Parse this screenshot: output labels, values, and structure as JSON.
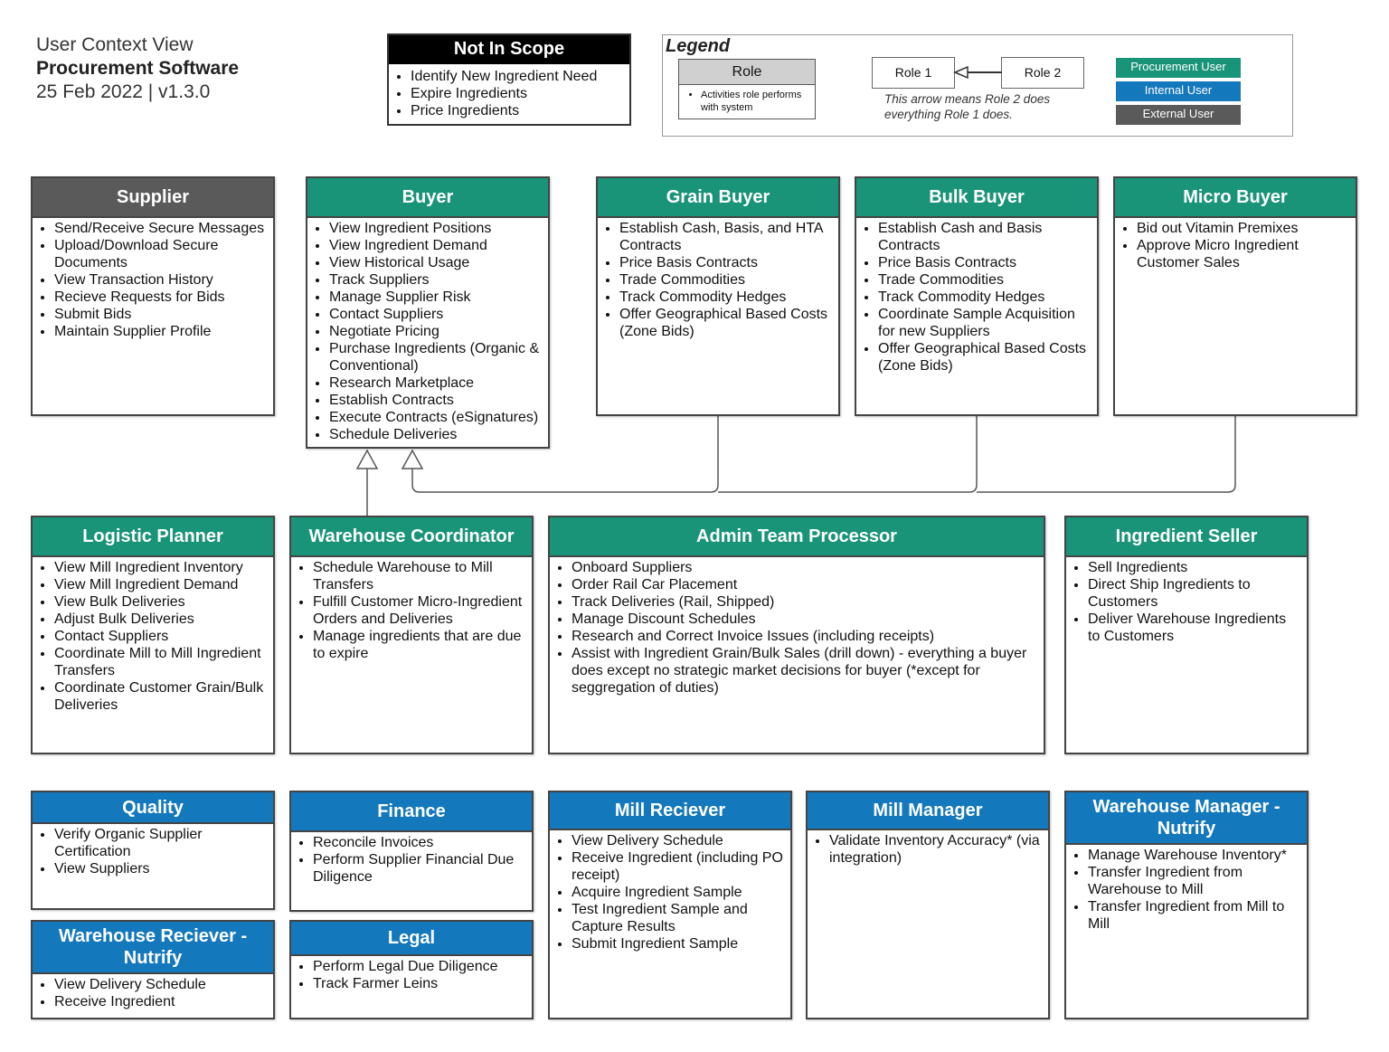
{
  "header": {
    "view_title": "User Context View",
    "product": "Procurement Software",
    "version_line": "25 Feb 2022 | v1.3.0"
  },
  "not_in_scope": {
    "title": "Not In Scope",
    "items": [
      "Identify New Ingredient Need",
      "Expire Ingredients",
      "Price Ingredients"
    ]
  },
  "legend": {
    "title": "Legend",
    "role_label": "Role",
    "role_desc": "Activities role performs with system",
    "role1": "Role 1",
    "role2": "Role 2",
    "arrow_note": "This arrow means Role 2 does everything Role 1 does.",
    "chips": [
      {
        "label": "Procurement User",
        "color": "#1a9478"
      },
      {
        "label": "Internal User",
        "color": "#1478bd"
      },
      {
        "label": "External User",
        "color": "#5a5a5a"
      }
    ]
  },
  "roles": [
    {
      "title": "Supplier",
      "type": "External User",
      "items": [
        "Send/Receive Secure Messages",
        "Upload/Download Secure Documents",
        "View Transaction History",
        "Recieve Requests for Bids",
        "Submit Bids",
        "Maintain Supplier Profile"
      ]
    },
    {
      "title": "Buyer",
      "type": "Procurement User",
      "items": [
        "View Ingredient Positions",
        "View Ingredient Demand",
        "View Historical Usage",
        "Track Suppliers",
        "Manage Supplier Risk",
        "Contact Suppliers",
        "Negotiate Pricing",
        "Purchase Ingredients (Organic & Conventional)",
        "Research Marketplace",
        "Establish Contracts",
        "Execute Contracts (eSignatures)",
        "Schedule Deliveries"
      ]
    },
    {
      "title": "Grain Buyer",
      "type": "Procurement User",
      "items": [
        "Establish Cash, Basis, and HTA Contracts",
        "Price Basis Contracts",
        "Trade Commodities",
        "Track Commodity Hedges",
        "Offer Geographical Based Costs (Zone Bids)"
      ]
    },
    {
      "title": "Bulk Buyer",
      "type": "Procurement User",
      "items": [
        "Establish Cash and Basis Contracts",
        "Price Basis Contracts",
        "Trade Commodities",
        "Track Commodity Hedges",
        "Coordinate Sample Acquisition for new Suppliers",
        "Offer Geographical Based Costs (Zone Bids)"
      ]
    },
    {
      "title": "Micro Buyer",
      "type": "Procurement User",
      "items": [
        "Bid out Vitamin Premixes",
        "Approve Micro Ingredient Customer Sales"
      ]
    },
    {
      "title": "Logistic Planner",
      "type": "Procurement User",
      "items": [
        "View Mill Ingredient Inventory",
        "View Mill Ingredient Demand",
        "View Bulk Deliveries",
        "Adjust Bulk Deliveries",
        "Contact Suppliers",
        "Coordinate Mill to Mill Ingredient Transfers",
        "Coordinate Customer Grain/Bulk Deliveries"
      ]
    },
    {
      "title": "Warehouse Coordinator",
      "type": "Procurement User",
      "items": [
        "Schedule Warehouse to Mill Transfers",
        "Fulfill Customer Micro-Ingredient Orders and Deliveries",
        "Manage ingredients that are due to expire"
      ]
    },
    {
      "title": "Admin Team Processor",
      "type": "Procurement User",
      "items": [
        "Onboard Suppliers",
        "Order Rail Car Placement",
        "Track Deliveries (Rail, Shipped)",
        "Manage Discount Schedules",
        "Research and Correct Invoice Issues (including receipts)",
        "Assist with Ingredient Grain/Bulk Sales (drill down) - everything a buyer does except no strategic market decisions for buyer (*except for seggregation of duties)"
      ]
    },
    {
      "title": "Ingredient Seller",
      "type": "Procurement User",
      "items": [
        "Sell Ingredients",
        "Direct Ship Ingredients to Customers",
        "Deliver Warehouse Ingredients to Customers"
      ]
    },
    {
      "title": "Quality",
      "type": "Internal User",
      "items": [
        "Verify Organic Supplier Certification",
        "View Suppliers"
      ]
    },
    {
      "title": "Finance",
      "type": "Internal User",
      "items": [
        "Reconcile Invoices",
        "Perform Supplier Financial Due Diligence"
      ]
    },
    {
      "title": "Mill Reciever",
      "type": "Internal User",
      "items": [
        "View Delivery Schedule",
        "Receive Ingredient (including PO receipt)",
        "Acquire Ingredient Sample",
        "Test Ingredient Sample and Capture Results",
        "Submit Ingredient Sample"
      ]
    },
    {
      "title": "Mill Manager",
      "type": "Internal User",
      "items": [
        "Validate Inventory Accuracy* (via integration)"
      ]
    },
    {
      "title": "Warehouse Manager - Nutrify",
      "type": "Internal User",
      "items": [
        "Manage Warehouse Inventory*",
        "Transfer Ingredient from Warehouse to Mill",
        "Transfer Ingredient from Mill to Mill"
      ]
    },
    {
      "title": "Warehouse Reciever - Nutrify",
      "type": "Internal User",
      "items": [
        "View Delivery Schedule",
        "Receive Ingredient"
      ]
    },
    {
      "title": "Legal",
      "type": "Internal User",
      "items": [
        "Perform Legal Due Diligence",
        "Track Farmer Leins"
      ]
    }
  ]
}
